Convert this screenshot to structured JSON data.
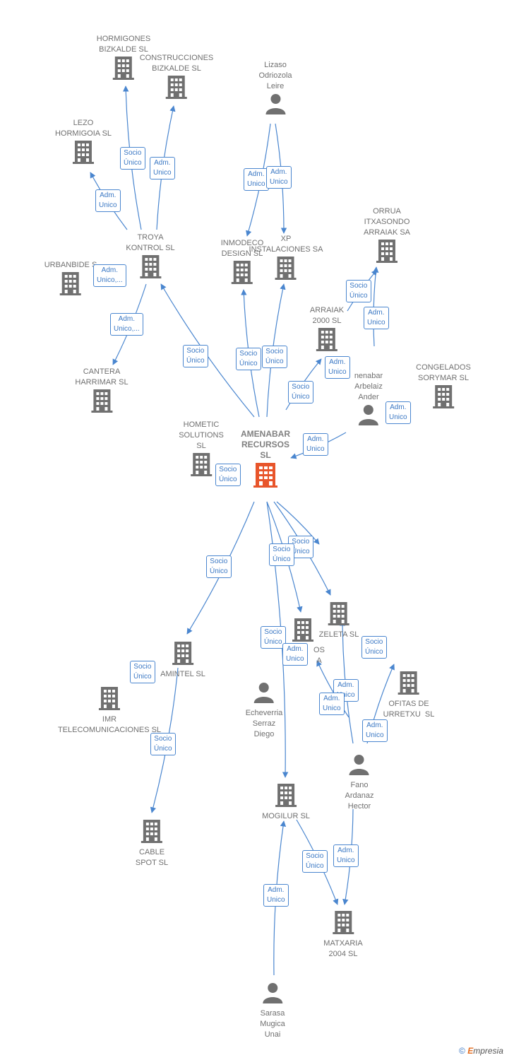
{
  "colors": {
    "edge": "#4a86cf",
    "icon": "#707070",
    "main": "#e8552b"
  },
  "nodes": {
    "amenabar_recursos": {
      "label": "AMENABAR\nRECURSOS\nSL",
      "icon": "building-icon"
    },
    "hormigones_bizkalde": {
      "label": "HORMIGONES\nBIZKALDE SL",
      "icon": "building-icon"
    },
    "construcciones_bizkalde": {
      "label": "CONSTRUCCIONES\nBIZKALDE SL",
      "icon": "building-icon"
    },
    "lizaso": {
      "label": "Lizaso\nOdriozola\nLeire",
      "icon": "person-icon"
    },
    "lezo_hormigoia": {
      "label": "LEZO\nHORMIGOIA SL",
      "icon": "building-icon"
    },
    "orrua": {
      "label": "ORRUA\nITXASONDO\nARRAIAK SA",
      "icon": "building-icon"
    },
    "troya_kontrol": {
      "label": "TROYA\nKONTROL SL",
      "icon": "building-icon"
    },
    "inmodeco": {
      "label": "INMODECO\nDESIGN SL",
      "icon": "building-icon"
    },
    "xp_instalaciones": {
      "label": "XP\nINSTALACIONES SA",
      "icon": "building-icon"
    },
    "urbanbide": {
      "label": "URBANBIDE S",
      "icon": "building-icon"
    },
    "arraiak_2000": {
      "label": "ARRAIAK\n2000 SL",
      "icon": "building-icon"
    },
    "cantera_harrimar": {
      "label": "CANTERA\nHARRIMAR SL",
      "icon": "building-icon"
    },
    "amenabar_arbelaiz": {
      "label": "nenabar\nArbelaiz\nAnder",
      "icon": "person-icon"
    },
    "congelados_sorymar": {
      "label": "CONGELADOS\nSORYMAR SL",
      "icon": "building-icon"
    },
    "hometic": {
      "label": "HOMETIC\nSOLUTIONS\nSL",
      "icon": "building-icon"
    },
    "zeleta": {
      "label": "ZELETA SL",
      "icon": "building-icon"
    },
    "os_a": {
      "label": "OS\nA",
      "icon": "building-icon"
    },
    "amintel": {
      "label": "AMINTEL SL",
      "icon": "building-icon"
    },
    "ofitas_urretxu": {
      "label": "OFITAS DE\nURRETXU  SL",
      "icon": "building-icon"
    },
    "imr_telecom": {
      "label": "IMR\nTELECOMUNICACIONES SL",
      "icon": "building-icon"
    },
    "echeverria": {
      "label": "Echeverria\nSerraz\nDiego",
      "icon": "person-icon"
    },
    "fano_ardanaz": {
      "label": "Fano\nArdanaz\nHector",
      "icon": "person-icon"
    },
    "mogilur": {
      "label": "MOGILUR SL",
      "icon": "building-icon"
    },
    "cable_spot": {
      "label": "CABLE\nSPOT SL",
      "icon": "building-icon"
    },
    "matxaria": {
      "label": "MATXARIA\n2004 SL",
      "icon": "building-icon"
    },
    "sarasa_mugica": {
      "label": "Sarasa\nMugica\nUnai",
      "icon": "person-icon"
    }
  },
  "badges": {
    "b1": "Socio\nÚnico",
    "b2": "Adm.\nUnico",
    "b3": "Adm.\nUnico",
    "b4": "Adm.\nUnico",
    "b5": "Adm.\nUnico",
    "b6": "Adm.\nUnico,...",
    "b7": "Adm.\nUnico,...",
    "b8": "Socio\nÚnico",
    "b9": "Adm.\nUnico",
    "b10": "Socio\nÚnico",
    "b11": "Socio\nÚnico",
    "b12": "Socio\nÚnico",
    "b13": "Adm.\nUnico",
    "b14": "Socio\nÚnico",
    "b15": "Adm.\nUnico",
    "b16": "Adm.\nUnico",
    "b17": "Socio\nÚnico",
    "b18": "Socio\nÚnico",
    "b19": "Socio\nÚnico",
    "b20": "Socio\nÚnico",
    "b21": "Socio\nÚnico",
    "b22": "Adm.\nUnico",
    "b23": "Socio\nÚnico",
    "b24": "Socio\nÚnico",
    "b25": "Adm.\nUnico",
    "b26": "Adm.\nUnico",
    "b27": "Adm.\nUnico",
    "b28": "Socio\nÚnico",
    "b29": "Socio\nÚnico",
    "b30": "Adm.\nUnico",
    "b31": "Adm.\nUnico"
  },
  "footer": {
    "copyright": "©",
    "brand_initial": "E",
    "brand_rest": "mpresia"
  }
}
